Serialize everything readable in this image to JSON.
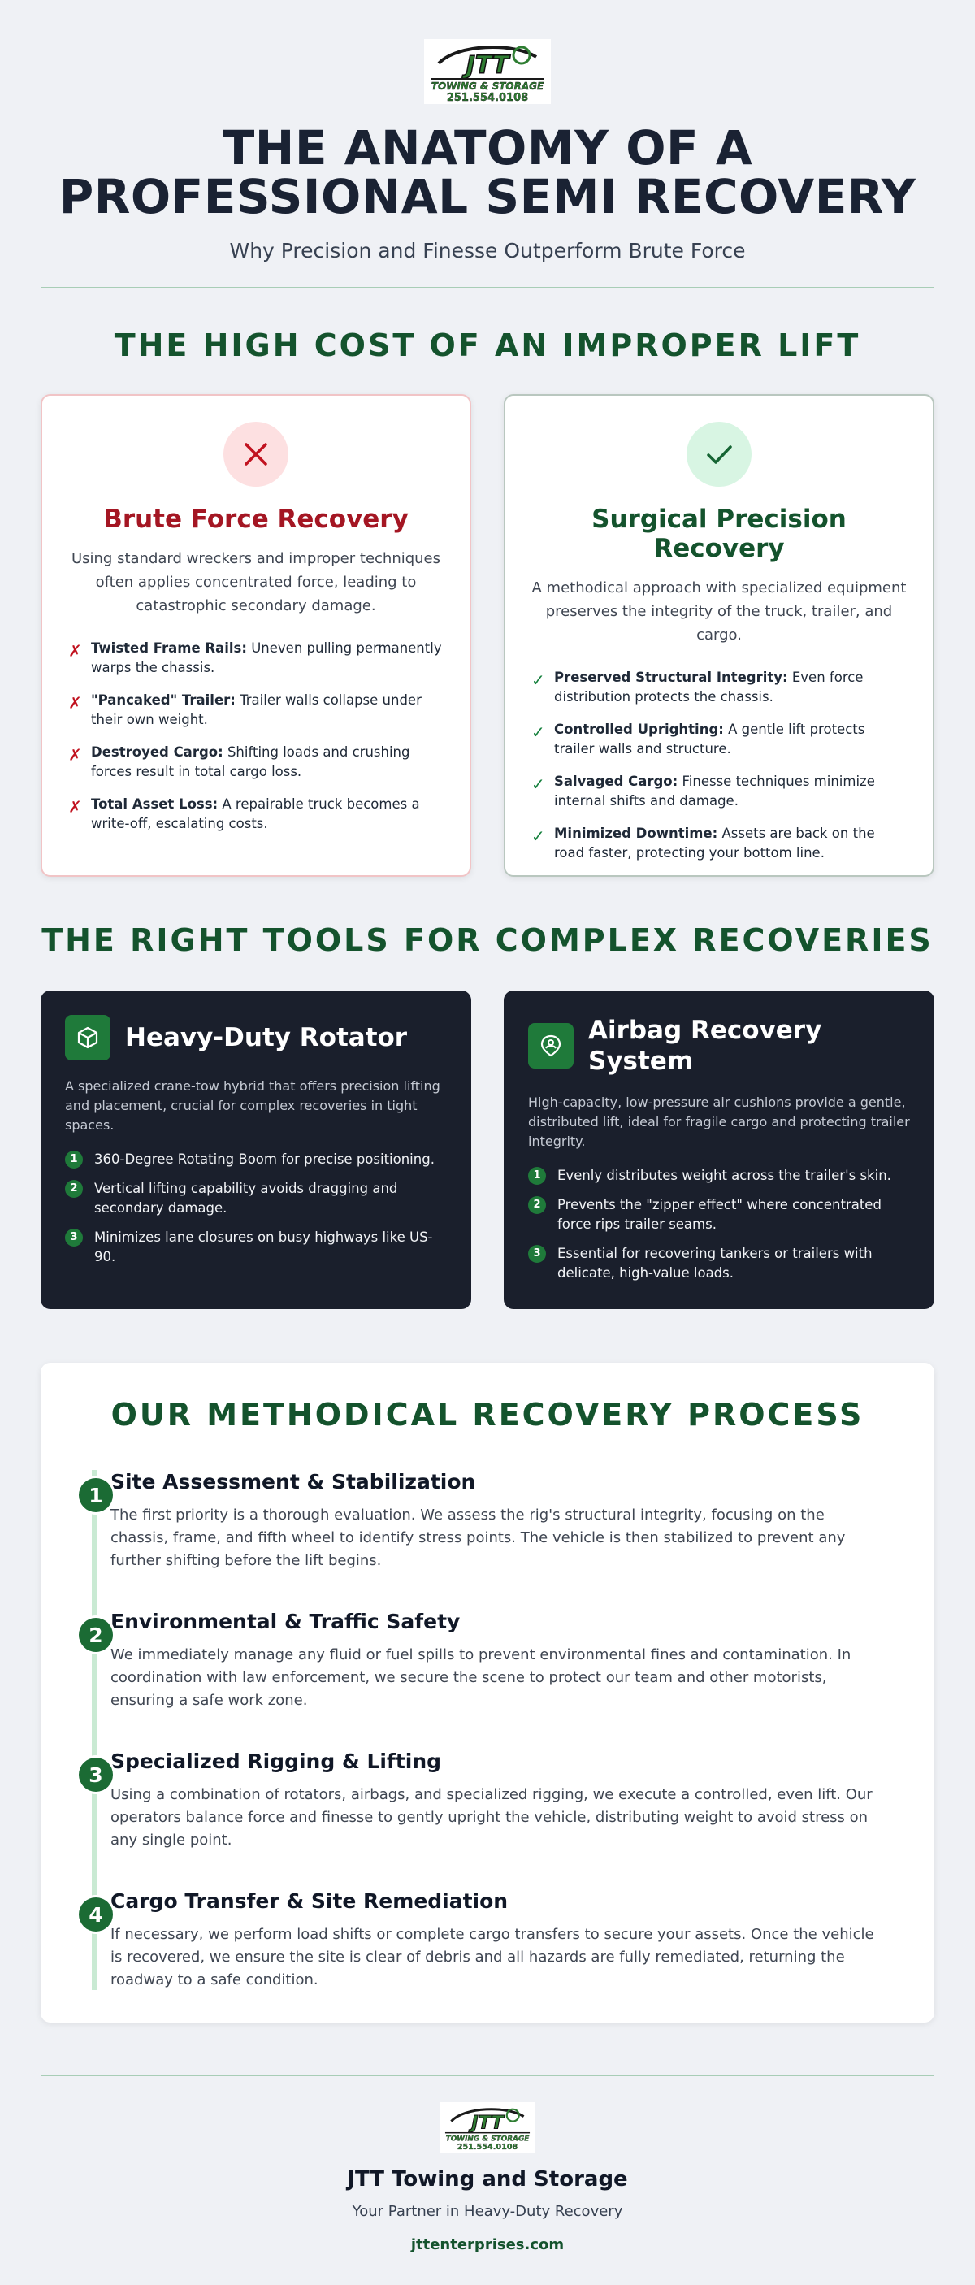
{
  "logo": {
    "brand_text": "JTT",
    "sub_text": "TOWING & STORAGE",
    "phone_text": "251.554.0108"
  },
  "header": {
    "title_line1": "THE ANATOMY OF A",
    "title_line2": "PROFESSIONAL SEMI RECOVERY",
    "subtitle": "Why Precision and Finesse Outperform Brute Force"
  },
  "cost_section": {
    "title": "THE HIGH COST OF AN IMPROPER LIFT",
    "bad": {
      "title": "Brute Force Recovery",
      "description": "Using standard wreckers and improper techniques often applies concentrated force, leading to catastrophic secondary damage.",
      "mark": "✗",
      "items": [
        {
          "label": "Twisted Frame Rails:",
          "text": " Uneven pulling permanently warps the chassis."
        },
        {
          "label": "\"Pancaked\" Trailer:",
          "text": " Trailer walls collapse under their own weight."
        },
        {
          "label": "Destroyed Cargo:",
          "text": " Shifting loads and crushing forces result in total cargo loss."
        },
        {
          "label": "Total Asset Loss:",
          "text": " A repairable truck becomes a write-off, escalating costs."
        }
      ]
    },
    "good": {
      "title": "Surgical Precision Recovery",
      "description": "A methodical approach with specialized equipment preserves the integrity of the truck, trailer, and cargo.",
      "mark": "✓",
      "items": [
        {
          "label": "Preserved Structural Integrity:",
          "text": " Even force distribution protects the chassis."
        },
        {
          "label": "Controlled Uprighting:",
          "text": " A gentle lift protects trailer walls and structure."
        },
        {
          "label": "Salvaged Cargo:",
          "text": " Finesse techniques minimize internal shifts and damage."
        },
        {
          "label": "Minimized Downtime:",
          "text": " Assets are back on the road faster, protecting your bottom line."
        }
      ]
    }
  },
  "tools_section": {
    "title": "THE RIGHT TOOLS FOR COMPLEX RECOVERIES",
    "tools": [
      {
        "icon": "cube-icon",
        "title": "Heavy-Duty Rotator",
        "description": "A specialized crane-tow hybrid that offers precision lifting and placement, crucial for complex recoveries in tight spaces.",
        "items": [
          {
            "num": "1",
            "text": "360-Degree Rotating Boom for precise positioning."
          },
          {
            "num": "2",
            "text": "Vertical lifting capability avoids dragging and secondary damage."
          },
          {
            "num": "3",
            "text": "Minimizes lane closures on busy highways like US-90."
          }
        ]
      },
      {
        "icon": "airbag-icon",
        "title": "Airbag Recovery System",
        "description": "High-capacity, low-pressure air cushions provide a gentle, distributed lift, ideal for fragile cargo and protecting trailer integrity.",
        "items": [
          {
            "num": "1",
            "text": "Evenly distributes weight across the trailer's skin."
          },
          {
            "num": "2",
            "text": "Prevents the \"zipper effect\" where concentrated force rips trailer seams."
          },
          {
            "num": "3",
            "text": "Essential for recovering tankers or trailers with delicate, high-value loads."
          }
        ]
      }
    ]
  },
  "process_section": {
    "title": "OUR METHODICAL RECOVERY PROCESS",
    "steps": [
      {
        "num": "1",
        "title": "Site Assessment & Stabilization",
        "text": "The first priority is a thorough evaluation. We assess the rig's structural integrity, focusing on the chassis, frame, and fifth wheel to identify stress points. The vehicle is then stabilized to prevent any further shifting before the lift begins."
      },
      {
        "num": "2",
        "title": "Environmental & Traffic Safety",
        "text": "We immediately manage any fluid or fuel spills to prevent environmental fines and contamination. In coordination with law enforcement, we secure the scene to protect our team and other motorists, ensuring a safe work zone."
      },
      {
        "num": "3",
        "title": "Specialized Rigging & Lifting",
        "text": "Using a combination of rotators, airbags, and specialized rigging, we execute a controlled, even lift. Our operators balance force and finesse to gently upright the vehicle, distributing weight to avoid stress on any single point."
      },
      {
        "num": "4",
        "title": "Cargo Transfer & Site Remediation",
        "text": "If necessary, we perform load shifts or complete cargo transfers to secure your assets. Once the vehicle is recovered, we ensure the site is clear of debris and all hazards are fully remediated, returning the roadway to a safe condition."
      }
    ]
  },
  "footer": {
    "brand": "JTT Towing and Storage",
    "tagline": "Your Partner in Heavy-Duty Recovery",
    "site": "jttenterprises.com"
  },
  "colors": {
    "accent_green": "#14532d",
    "danger_red": "#a41623",
    "dark_card": "#1a1f2c"
  }
}
